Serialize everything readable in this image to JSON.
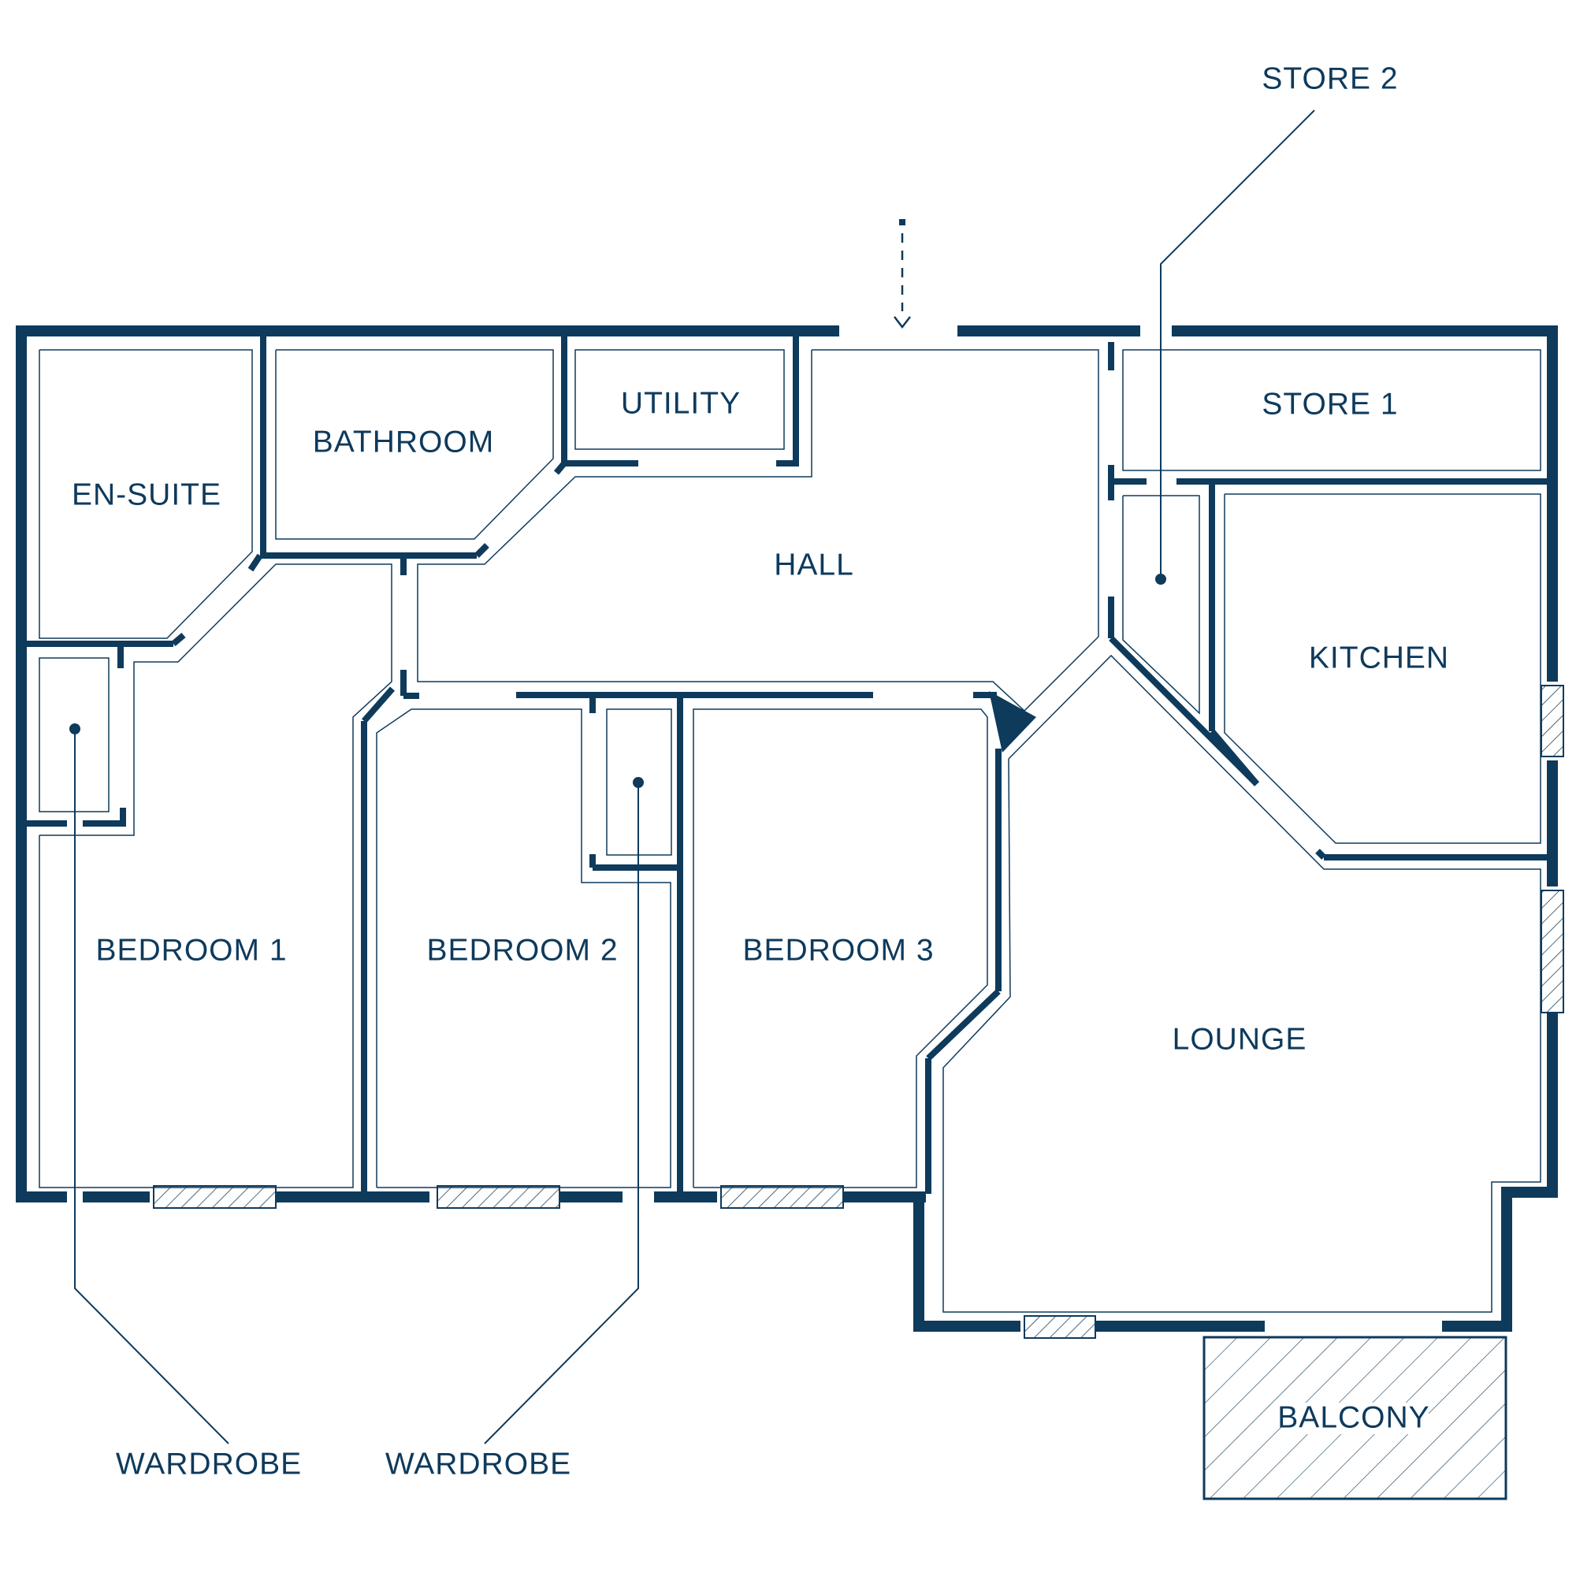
{
  "floorplan": {
    "rooms": {
      "en_suite": "EN-SUITE",
      "bathroom": "BATHROOM",
      "utility": "UTILITY",
      "hall": "HALL",
      "store_1": "STORE 1",
      "store_2": "STORE 2",
      "kitchen": "KITCHEN",
      "bedroom_1": "BEDROOM 1",
      "bedroom_2": "BEDROOM 2",
      "bedroom_3": "BEDROOM 3",
      "lounge": "LOUNGE",
      "balcony": "BALCONY"
    },
    "callouts": {
      "wardrobe_1": "WARDROBE",
      "wardrobe_2": "WARDROBE"
    },
    "entrance_icon": "entrance-arrow-icon",
    "colors": {
      "wall": "#0e3a5c",
      "background": "#ffffff"
    }
  }
}
